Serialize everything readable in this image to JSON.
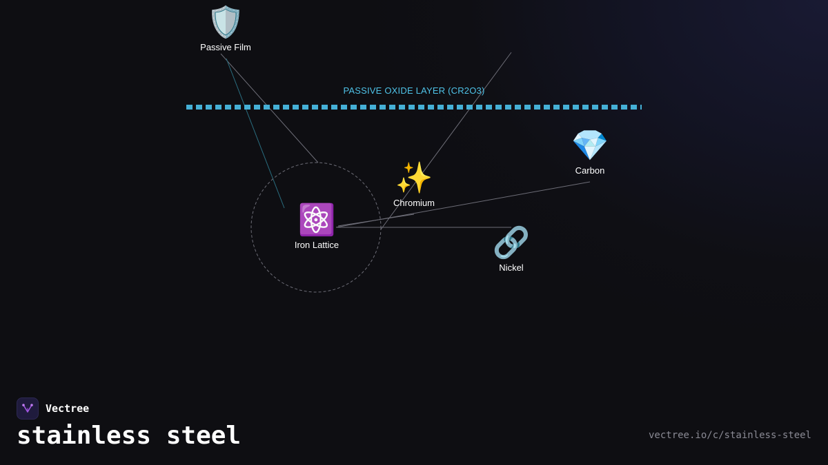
{
  "diagram": {
    "layer_label": "PASSIVE OXIDE LAYER (CR2O3)",
    "colors": {
      "layer": "#45b0d6",
      "connector": "#6e6e78",
      "accent_line": "#2a6e80",
      "ring": "#6e6e78"
    },
    "nodes": {
      "passive_film": {
        "label": "Passive Film",
        "icon": "shield-icon",
        "glyph": "🛡️"
      },
      "chromium": {
        "label": "Chromium",
        "icon": "sparkles-icon",
        "glyph": "✨"
      },
      "carbon": {
        "label": "Carbon",
        "icon": "gem-icon",
        "glyph": "💎"
      },
      "iron_lattice": {
        "label": "Iron Lattice",
        "icon": "atom-icon",
        "glyph": "⚛️"
      },
      "nickel": {
        "label": "Nickel",
        "icon": "link-icon",
        "glyph": "🔗"
      }
    }
  },
  "footer": {
    "brand": "Vectree",
    "brand_icon": "vectree-logo-icon",
    "title": "stainless steel",
    "url": "vectree.io/c/stainless-steel"
  }
}
